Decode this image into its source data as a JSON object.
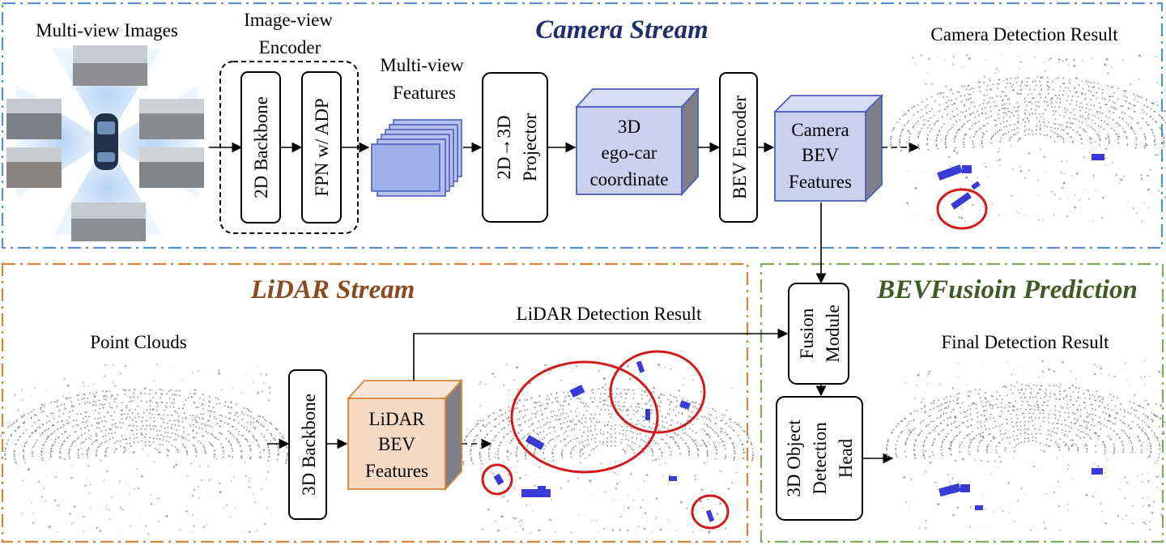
{
  "sections": {
    "camera_title": "Camera Stream",
    "lidar_title": "LiDAR Stream",
    "fusion_title": "BEVFusioin Prediction"
  },
  "colors": {
    "camera": "#5b8fcc",
    "camera_title": "#1f2f6e",
    "lidar": "#d5843e",
    "lidar_title": "#8b4a1f",
    "fusion": "#7fa85a",
    "fusion_title": "#3e5a25",
    "feature_fill": "#c9d1ef",
    "feature_stroke": "#4c5fbf",
    "lidar_feature_fill": "#f6d9c2",
    "lidar_feature_stroke": "#d5843e",
    "detection_box": "#3a3ad6",
    "highlight_circle": "#d21a1a"
  },
  "labels": {
    "multiview_images": "Multi-view Images",
    "encoder_line1": "Image-view",
    "encoder_line2": "Encoder",
    "backbone_2d": "2D Backbone",
    "fpn": "FPN w/ ADP",
    "mv_features_line1": "Multi-view",
    "mv_features_line2": "Features",
    "projector_line1": "2D→3D",
    "projector_line2": "Projector",
    "ego_line1": "3D",
    "ego_line2": "ego-car",
    "ego_line3": "coordinate",
    "bev_encoder": "BEV Encoder",
    "cam_bev_line1": "Camera",
    "cam_bev_line2": "BEV",
    "cam_bev_line3": "Features",
    "camera_result": "Camera Detection Result",
    "point_clouds": "Point Clouds",
    "backbone_3d": "3D Backbone",
    "lidar_bev_line1": "LiDAR",
    "lidar_bev_line2": "BEV",
    "lidar_bev_line3": "Features",
    "lidar_result": "LiDAR Detection Result",
    "fusion_line1": "Fusion",
    "fusion_line2": "Module",
    "head_line1": "3D Object",
    "head_line2": "Detection",
    "head_line3": "Head",
    "final_result": "Final Detection Result"
  }
}
